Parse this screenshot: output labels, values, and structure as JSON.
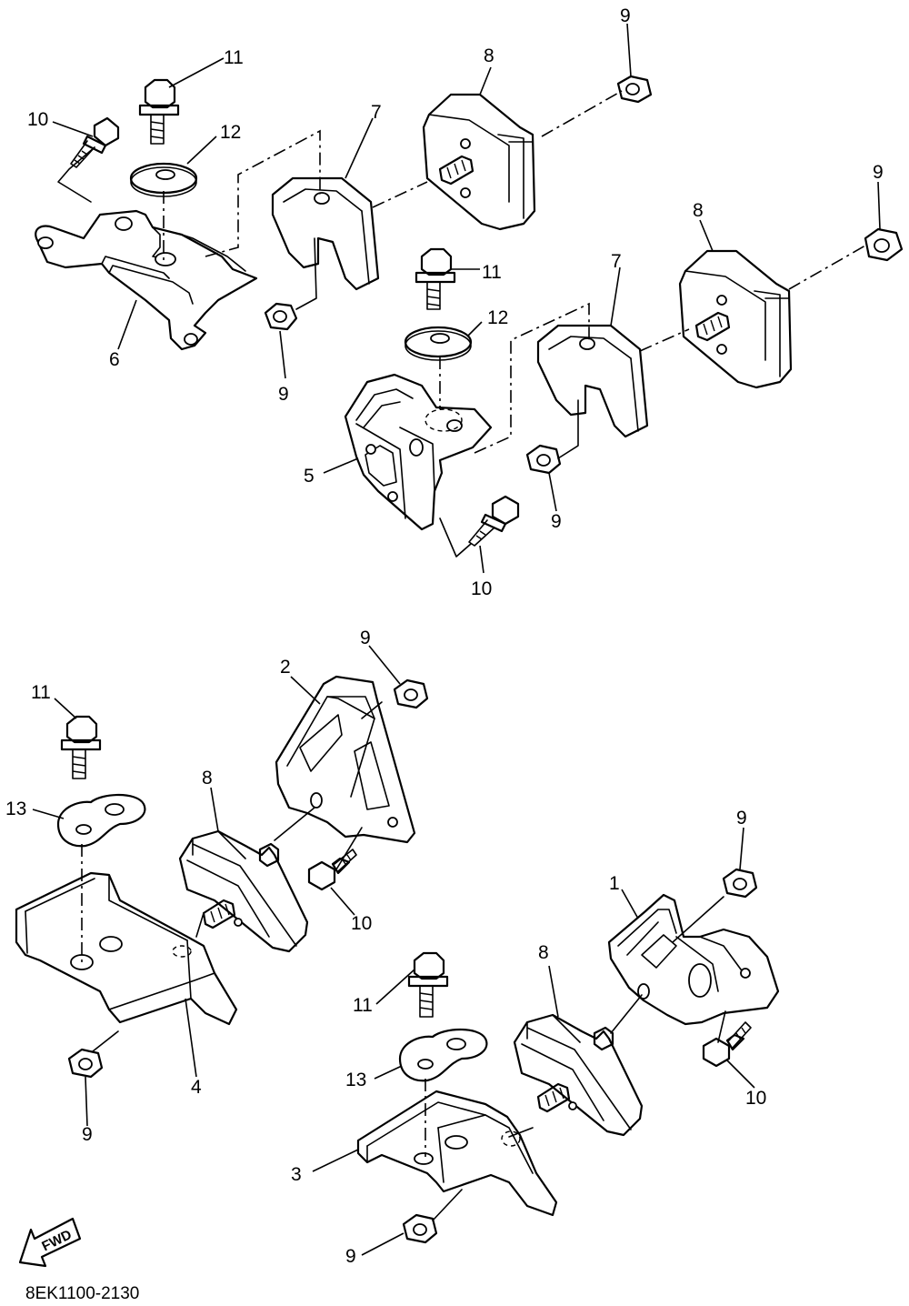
{
  "diagram": {
    "drawing_code": "8EK1100-2130",
    "fwd_label": "FWD",
    "callouts": {
      "c9a": "9",
      "c11a": "11",
      "c10a": "10",
      "c12a": "12",
      "c7a": "7",
      "c8a": "8",
      "c6": "6",
      "c9b": "9",
      "c9c": "9",
      "c8b": "8",
      "c7b": "7",
      "c11b": "11",
      "c12b": "12",
      "c5": "5",
      "c9d": "9",
      "c10b": "10",
      "c9e": "9",
      "c2": "2",
      "c11c": "11",
      "c8c": "8",
      "c13a": "13",
      "c10c": "10",
      "c4": "4",
      "c9f": "9",
      "c9g": "9",
      "c1": "1",
      "c8d": "8",
      "c11d": "11",
      "c13b": "13",
      "c10d": "10",
      "c3": "3",
      "c9h": "9"
    }
  }
}
